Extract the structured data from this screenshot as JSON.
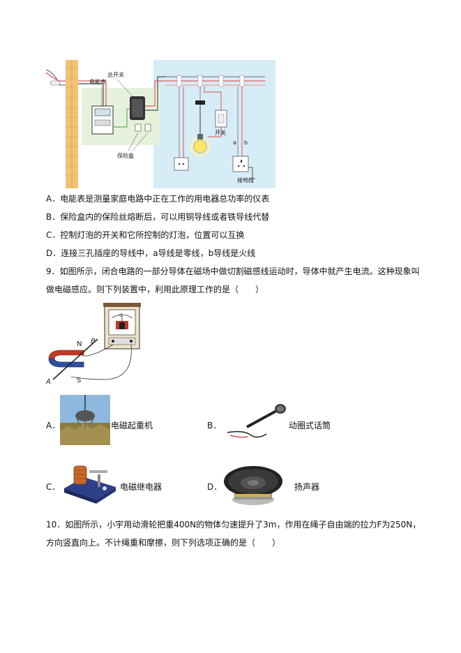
{
  "fig1": {
    "labels": {
      "main_switch": "总开关",
      "meter": "电能表",
      "switch": "开关",
      "fuse_box": "保险盒",
      "ground": "接地线",
      "a": "a",
      "b": "b"
    }
  },
  "q8": {
    "options": [
      {
        "text": "A．电能表是测量家庭电路中正在工作的用电器总功率的仪表"
      },
      {
        "text": "B．保险盒内的保险丝熔断后，可以用铜导线或者铁导线代替"
      },
      {
        "text": "C．控制灯泡的开关和它所控制的灯泡，位置可以互换"
      },
      {
        "text": "D．连接三孔插座的导线中，a导线是零线，b导线是火线"
      }
    ]
  },
  "q9": {
    "stem": "9．如图所示，闭合电路的一部分导体在磁场中做切割磁感线运动时，导体中就产生电流。这种现象叫做电磁感应。则下列装置中，利用此原理工作的是（　　）",
    "figure_labels": {
      "N": "N",
      "S": "S",
      "A": "A",
      "B": "B",
      "G": "G"
    },
    "options": [
      {
        "letter": "A．",
        "text": "电磁起重机",
        "icon": "crane-photo"
      },
      {
        "letter": "B．",
        "text": "动圈式话筒",
        "icon": "microphone-photo"
      },
      {
        "letter": "C．",
        "text": "电磁继电器",
        "icon": "relay-photo"
      },
      {
        "letter": "D．",
        "text": "扬声器",
        "icon": "speaker-photo"
      }
    ]
  },
  "q10": {
    "stem": "10．如图所示，小宇用动滑轮把重400N的物体匀速提升了3m，作用在绳子自由端的拉力F为250N，方向竖直向上。不计绳重和摩擦，则下列选项正确的是（　　）"
  }
}
